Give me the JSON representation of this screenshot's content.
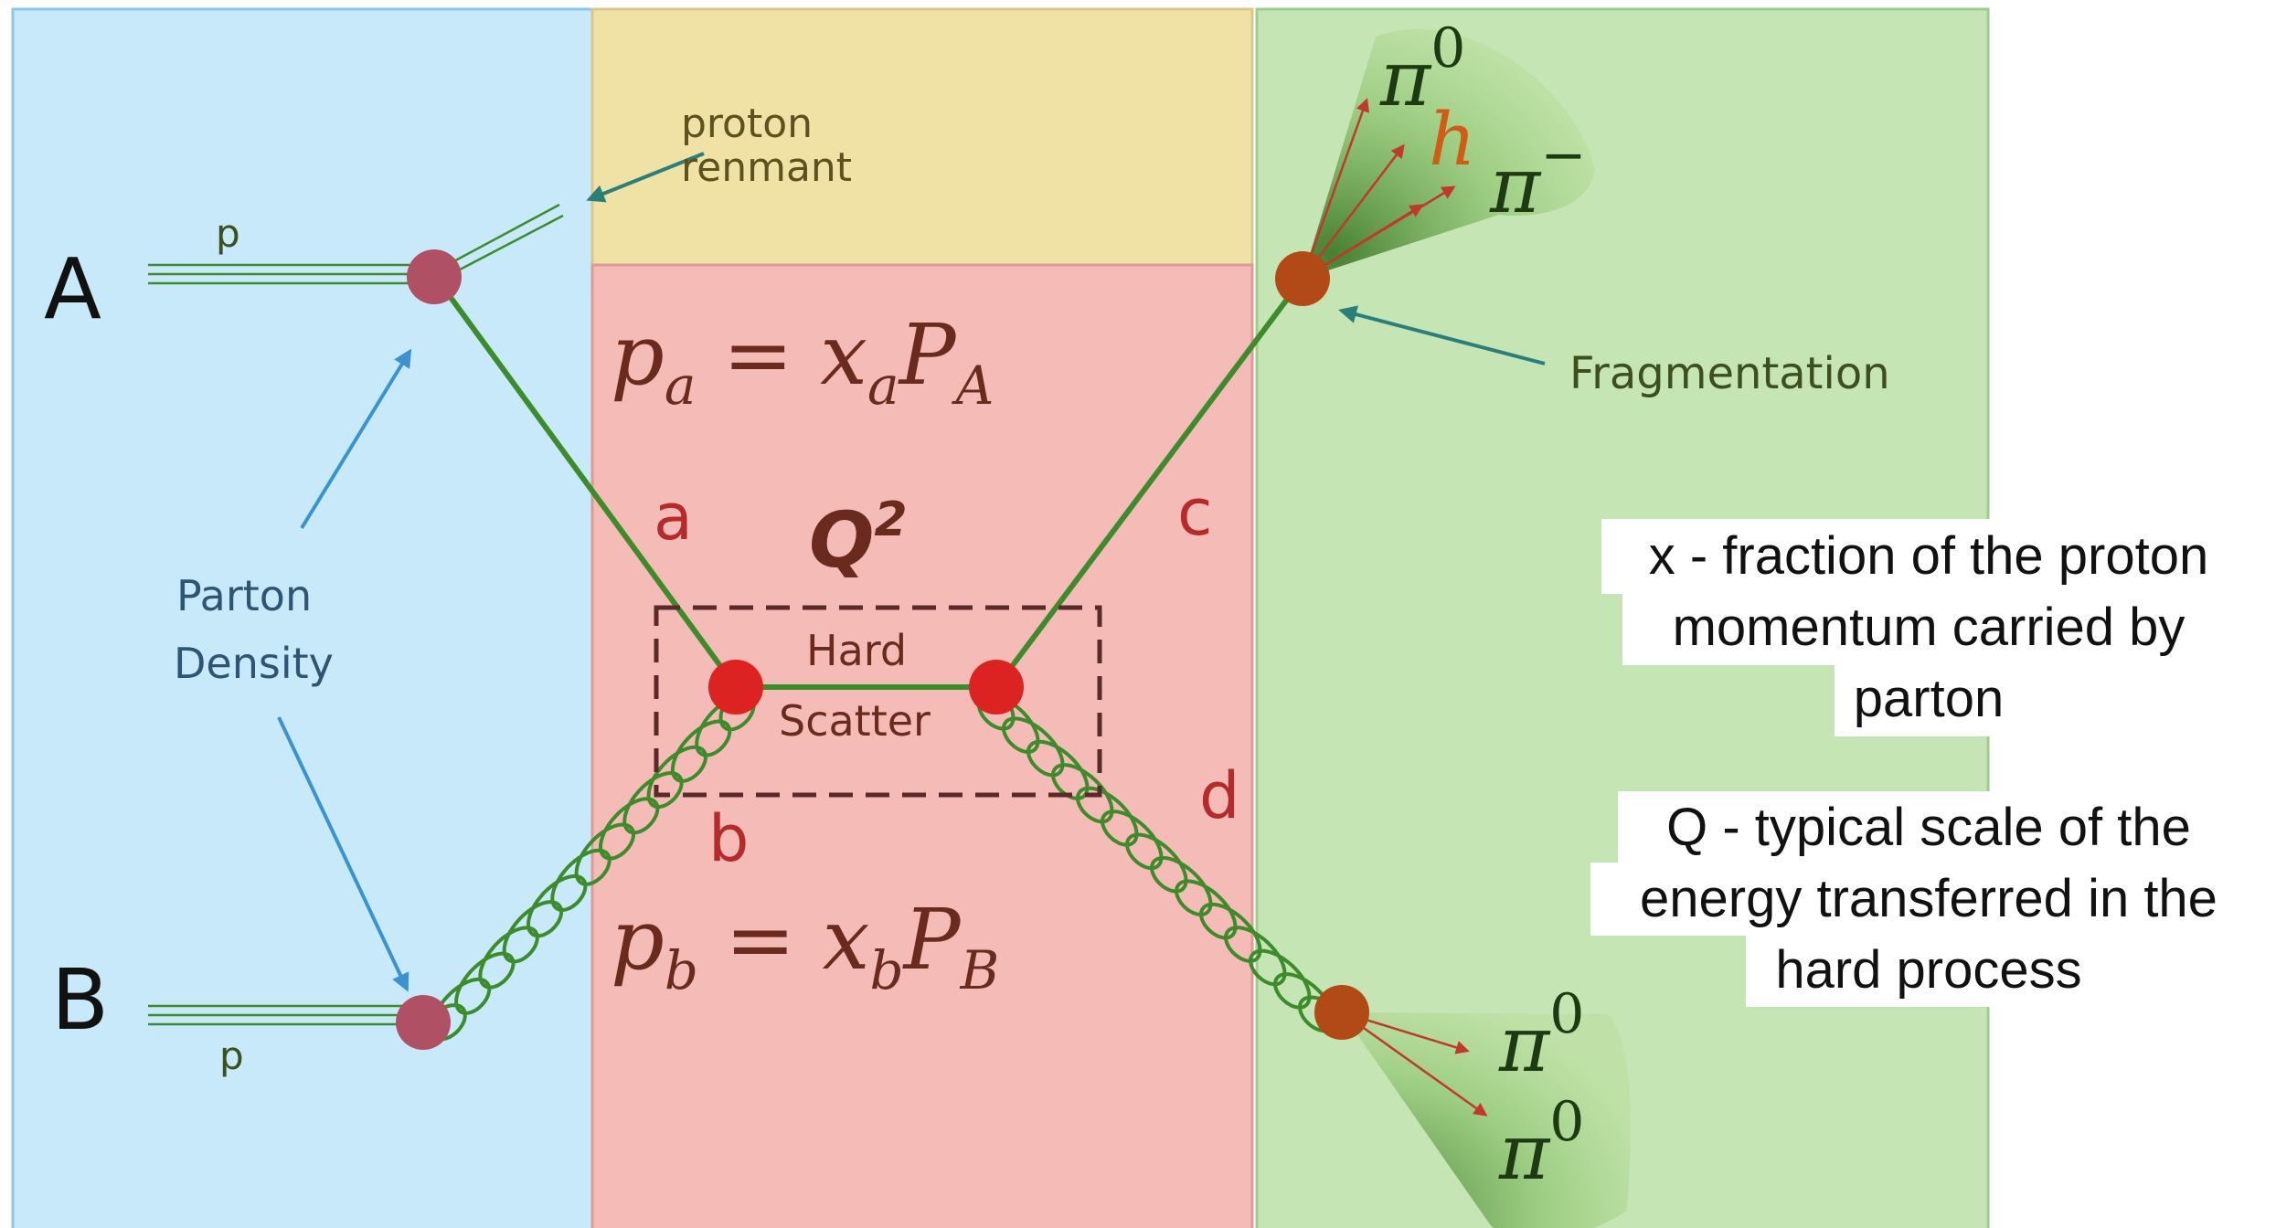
{
  "colors": {
    "pdf_region": "#c7e9f9",
    "remnant_region": "#f0e2a4",
    "hard_region": "#f5bcb7",
    "frag_region": "#c6e5b4",
    "parton_line": "#3c8c2c",
    "proton_vertex": "#b05065",
    "hard_vertex": "#dd2222",
    "frag_vertex": "#b24a18",
    "label_red": "#b52a2a",
    "arrow_blue": "#3a93d1",
    "arrow_teal": "#2a7f7a",
    "dark_green_text": "#3d4f1e",
    "hadron_orange": "#d25b16"
  },
  "beam_labels": {
    "a": "A",
    "b": "B",
    "p_top": "p",
    "p_bottom": "p"
  },
  "proton_remnant": {
    "line1": "proton",
    "line2": "renmant"
  },
  "parton_density": {
    "line1": "Parton",
    "line2": "Density"
  },
  "fragmentation": "Fragmentation",
  "parton_labels": {
    "a": "a",
    "b": "b",
    "c": "c",
    "d": "d"
  },
  "q2": {
    "base": "Q",
    "exp": "2"
  },
  "hard_scatter": {
    "line1": "Hard",
    "line2": "Scatter"
  },
  "eq_a": {
    "p": "p",
    "p_sub": "a",
    "eq": " = ",
    "x": "x",
    "x_sub": "a",
    "P": "P",
    "P_sub": "A"
  },
  "eq_b": {
    "p": "p",
    "p_sub": "b",
    "eq": " = ",
    "x": "x",
    "x_sub": "b",
    "P": "P",
    "P_sub": "B"
  },
  "hadrons": {
    "pi": "π",
    "zero": "0",
    "minus": "−",
    "h": "h"
  },
  "notes": {
    "x_line1": "x - fraction of the proton",
    "x_line2": "momentum carried by",
    "x_line3": "parton",
    "q_line1": "Q - typical scale of the",
    "q_line2": "energy transferred in the",
    "q_line3": "hard process"
  }
}
